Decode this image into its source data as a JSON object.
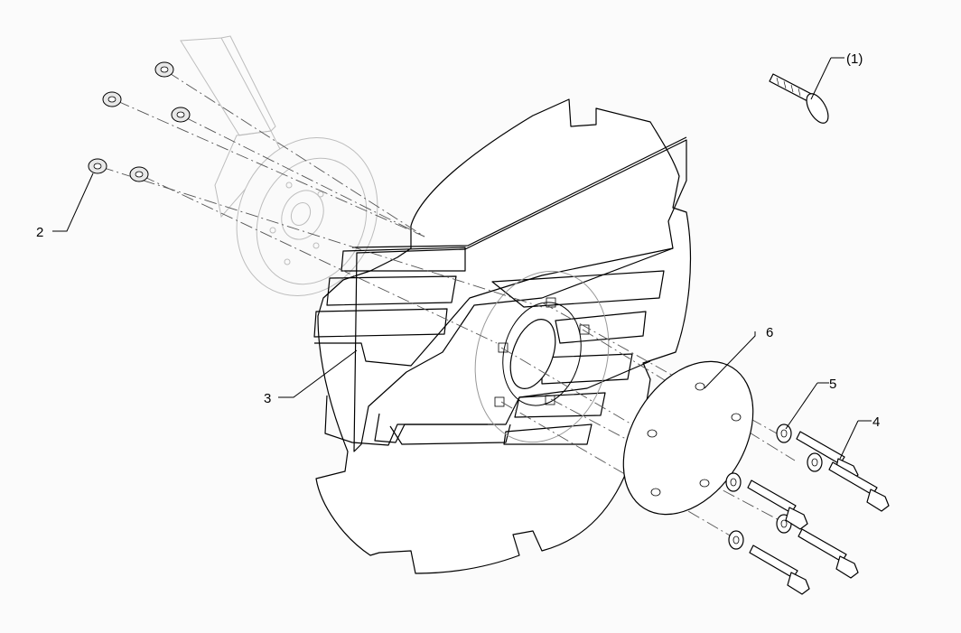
{
  "callouts": {
    "c1": "(1)",
    "c2": "2",
    "c3": "3",
    "c4": "4",
    "c5": "5",
    "c6": "6"
  }
}
